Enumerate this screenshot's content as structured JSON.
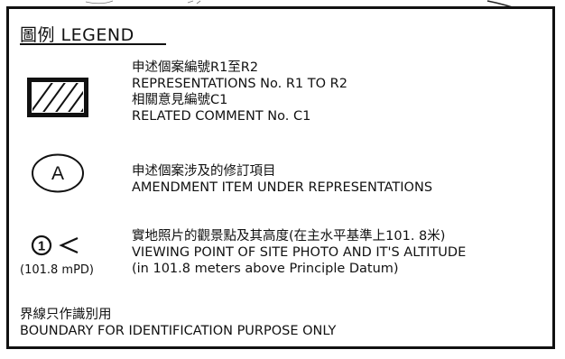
{
  "legend": {
    "title": "圖例 LEGEND",
    "entries": [
      {
        "icon": "hatched-rectangle-icon",
        "lines": [
          "申述個案編號R1至R2",
          "REPRESENTATIONS No. R1 TO R2",
          "相關意見編號C1",
          "RELATED COMMENT No. C1"
        ]
      },
      {
        "icon": "circled-letter-icon",
        "symbol_text": "A",
        "lines": [
          "申述個案涉及的修訂項目",
          "AMENDMENT ITEM UNDER REPRESENTATIONS"
        ]
      },
      {
        "icon": "viewpoint-icon",
        "symbol_text": "1",
        "label": "(101.8 mPD)",
        "lines": [
          "實地照片的觀景點及其高度(在主水平基準上101. 8米)",
          "VIEWING POINT OF SITE PHOTO AND IT'S ALTITUDE",
          "(in 101.8 meters above Principle Datum)"
        ]
      }
    ],
    "boundary_lines": [
      "界線只作識別用",
      "BOUNDARY FOR IDENTIFICATION PURPOSE ONLY"
    ]
  },
  "colors": {
    "line": "#111111",
    "background": "#ffffff"
  }
}
